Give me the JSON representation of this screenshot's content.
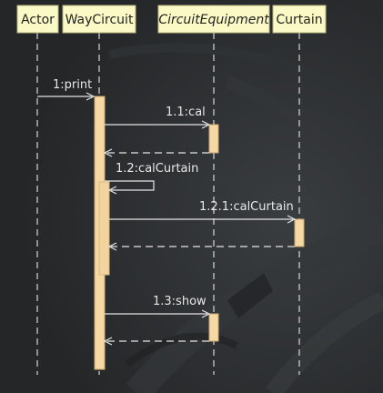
{
  "diagram": {
    "type": "sequence",
    "participants": [
      {
        "id": "actor",
        "label": "Actor",
        "italic": false
      },
      {
        "id": "waycircuit",
        "label": "WayCircuit",
        "italic": false
      },
      {
        "id": "circuitequipment",
        "label": "CircuitEquipment",
        "italic": true
      },
      {
        "id": "curtain",
        "label": "Curtain",
        "italic": false
      }
    ],
    "messages": [
      {
        "id": "m1",
        "label": "1:print",
        "from": "actor",
        "to": "waycircuit",
        "kind": "call"
      },
      {
        "id": "m11",
        "label": "1.1:cal",
        "from": "waycircuit",
        "to": "circuitequipment",
        "kind": "call"
      },
      {
        "id": "m11r",
        "label": "",
        "from": "circuitequipment",
        "to": "waycircuit",
        "kind": "return"
      },
      {
        "id": "m12",
        "label": "1.2:calCurtain",
        "from": "waycircuit",
        "to": "waycircuit",
        "kind": "self"
      },
      {
        "id": "m121",
        "label": "1.2.1:calCurtain",
        "from": "waycircuit",
        "to": "curtain",
        "kind": "call"
      },
      {
        "id": "m121r",
        "label": "",
        "from": "curtain",
        "to": "waycircuit",
        "kind": "return"
      },
      {
        "id": "m13",
        "label": "1.3:show",
        "from": "waycircuit",
        "to": "circuitequipment",
        "kind": "call"
      },
      {
        "id": "m13r",
        "label": "",
        "from": "circuitequipment",
        "to": "waycircuit",
        "kind": "return"
      }
    ]
  },
  "colors": {
    "background": "#2b2d2f",
    "participant_fill": "#fbfac6",
    "activation_fill": "#f5d8a4",
    "line": "#e4e4e4"
  }
}
